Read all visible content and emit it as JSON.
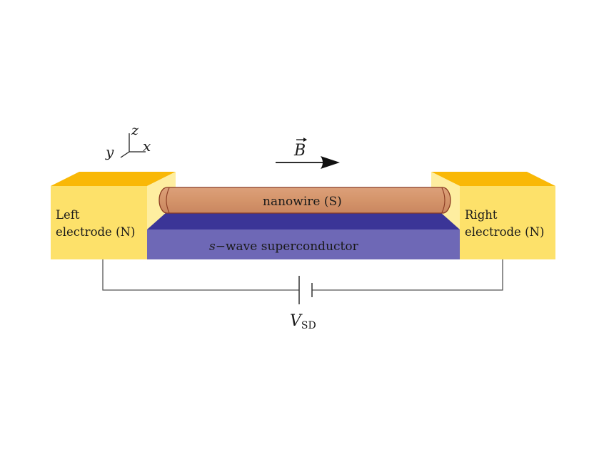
{
  "axes": {
    "z": "z",
    "y": "y",
    "x": "x"
  },
  "field": {
    "symbol": "B"
  },
  "nanowire": {
    "label": "nanowire (S)"
  },
  "substrate": {
    "label_italic": "s",
    "label_rest": "−wave superconductor"
  },
  "left_electrode": {
    "line1": "Left",
    "line2": "electrode (N)"
  },
  "right_electrode": {
    "line1": "Right",
    "line2": "electrode (N)"
  },
  "voltage": {
    "symbol": "V",
    "subscript": "SD"
  },
  "colors": {
    "electrode_front": "#fde16a",
    "electrode_top": "#f9b806",
    "electrode_inner": "#feeea0",
    "nanowire_fill": "#d4946a",
    "nanowire_stroke": "#8a3b22",
    "substrate_top": "#3b3597",
    "substrate_front": "#6e68b6",
    "wire": "#555555"
  }
}
